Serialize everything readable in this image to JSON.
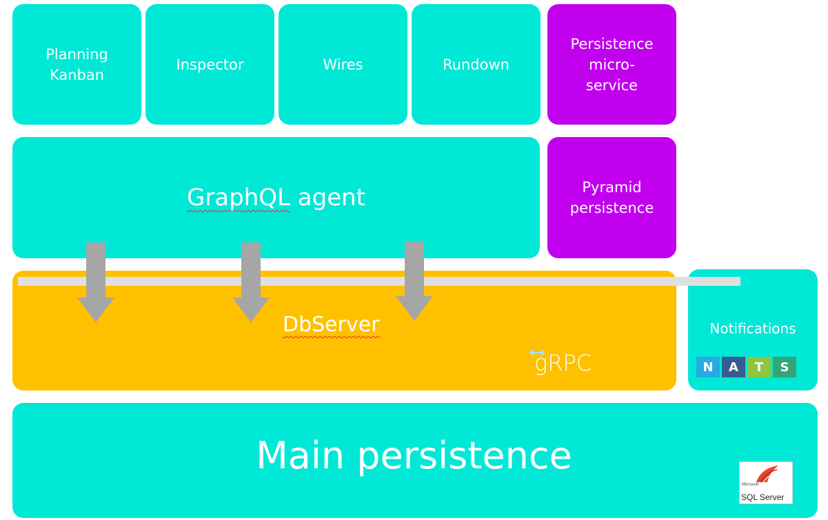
{
  "colors": {
    "teal": "#00e8d6",
    "purple": "#c100ee",
    "amber": "#ffc000",
    "arrow": "#a6a6a6"
  },
  "top_row": {
    "planning": "Planning\nKanban",
    "inspector": "Inspector",
    "wires": "Wires",
    "rundown": "Rundown",
    "persistence_microservice": "Persistence\nmicro-\nservice"
  },
  "middle_row": {
    "graphql_prefix": "GraphQL",
    "graphql_suffix": " agent",
    "pyramid": "Pyramid\npersistence"
  },
  "dbserver": {
    "label": "DbServer",
    "grpc": "gRPC"
  },
  "notifications": {
    "label": "Notifications",
    "nats_letters": [
      "N",
      "A",
      "T",
      "S"
    ],
    "nats_colors": [
      "#27aae1",
      "#375c93",
      "#8dc63f",
      "#34a574"
    ]
  },
  "main": {
    "label": "Main persistence",
    "sql_text_small": "Microsoft",
    "sql_text": "SQL Server"
  }
}
